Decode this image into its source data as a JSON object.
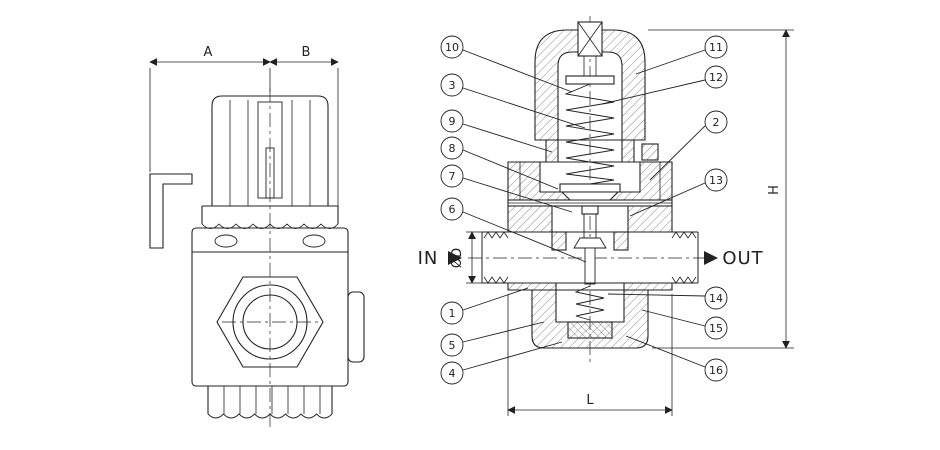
{
  "left_view": {
    "dim_a": "A",
    "dim_b": "B"
  },
  "section_view": {
    "in_label": "IN",
    "out_label": "OUT",
    "dim_d": "ØD",
    "dim_h": "H",
    "dim_l": "L",
    "callouts": {
      "c1": "1",
      "c2": "2",
      "c3": "3",
      "c4": "4",
      "c5": "5",
      "c6": "6",
      "c7": "7",
      "c8": "8",
      "c9": "9",
      "c10": "10",
      "c11": "11",
      "c12": "12",
      "c13": "13",
      "c14": "14",
      "c15": "15",
      "c16": "16"
    }
  },
  "colors": {
    "line": "#222222",
    "background": "#ffffff"
  }
}
